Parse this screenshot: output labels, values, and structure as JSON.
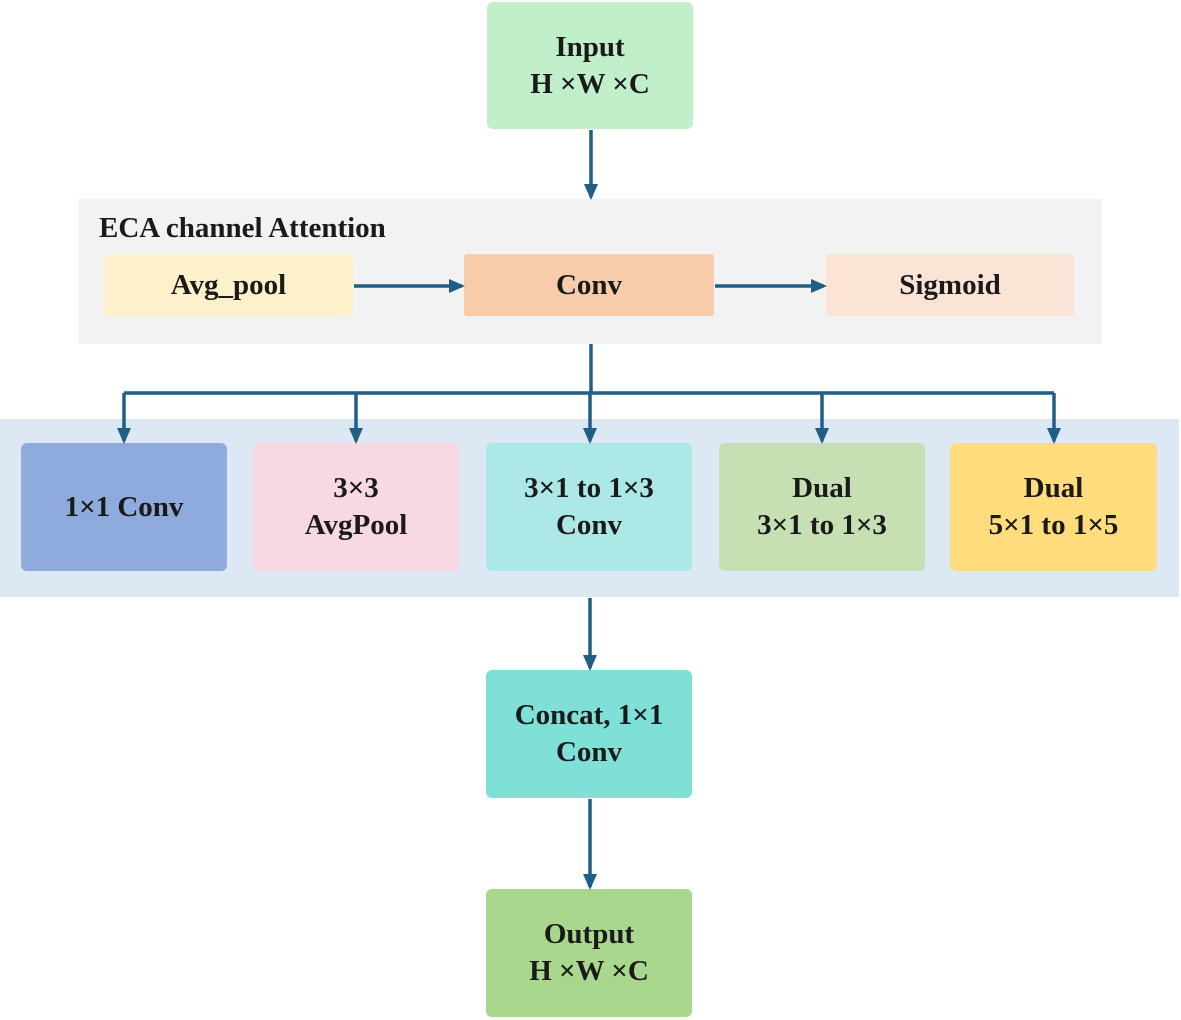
{
  "input": {
    "line1": "Input",
    "line2": "H ×W ×C"
  },
  "eca": {
    "title": "ECA channel Attention",
    "avg_pool": "Avg_pool",
    "conv": "Conv",
    "sigmoid": "Sigmoid"
  },
  "branches": [
    {
      "line1": "1×1 Conv",
      "line2": ""
    },
    {
      "line1": "3×3",
      "line2": "AvgPool"
    },
    {
      "line1": "3×1 to 1×3",
      "line2": "Conv"
    },
    {
      "line1": "Dual",
      "line2": "3×1 to 1×3"
    },
    {
      "line1": "Dual",
      "line2": "5×1 to 1×5"
    }
  ],
  "concat": {
    "line1": "Concat, 1×1",
    "line2": "Conv"
  },
  "output": {
    "line1": "Output",
    "line2": "H ×W ×C"
  },
  "colors": {
    "arrow": "#1f5f86",
    "input": "#c1efc9",
    "eca_panel": "#f2f2f2",
    "avg_pool": "#fdf1cc",
    "conv": "#f7ccaa",
    "sigmoid": "#fbe3d6",
    "branch_panel": "#dde8f5",
    "branch_1x1": "#8faadc",
    "branch_avgpool": "#f8d9e1",
    "branch_3x1": "#ace8e5",
    "branch_dual3": "#c6e0b4",
    "branch_dual5": "#ffdd7d",
    "concat": "#7fe0d8",
    "output": "#a9d78e"
  }
}
